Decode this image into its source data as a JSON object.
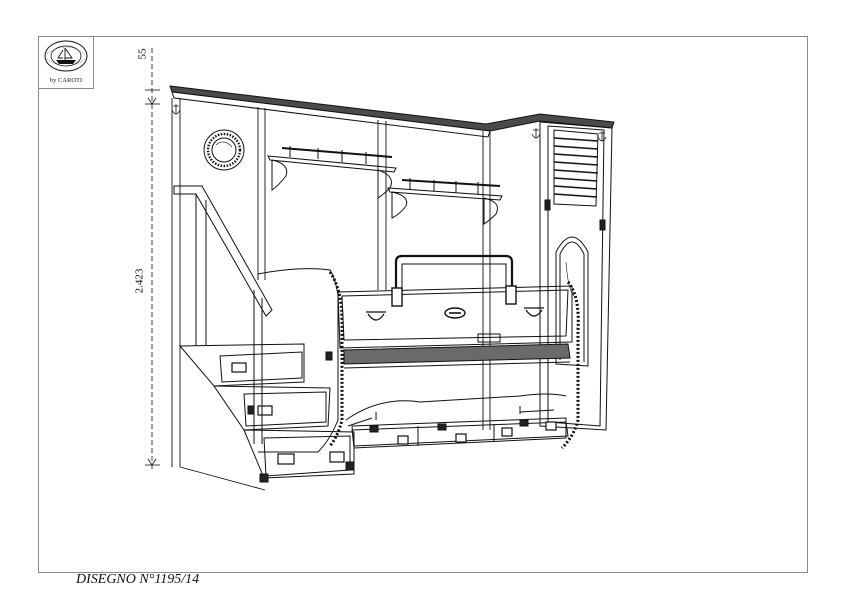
{
  "logo": {
    "brand": "by CAROTI",
    "icon": "ship-seal-icon"
  },
  "dimensions": {
    "top_gap": "55",
    "height": "2.423"
  },
  "caption": "DISEGNO N°1195/14"
}
